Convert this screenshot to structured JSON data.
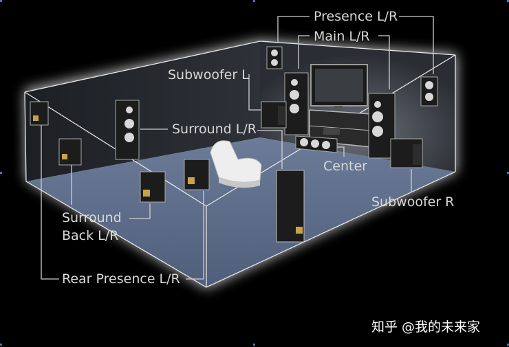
{
  "labels": {
    "presence": "Presence L/R",
    "main": "Main L/R",
    "subwoofer_l": "Subwoofer L",
    "surround": "Surround L/R",
    "center": "Center",
    "subwoofer_r": "Subwoofer R",
    "surround_back_1": "Surround",
    "surround_back_2": "Back L/R",
    "rear_presence": "Rear Presence L/R"
  },
  "watermark": "知乎 @我的未来家",
  "colors": {
    "background": "#000000",
    "floor": "#5a6a86",
    "wall": "#262a30",
    "label": "#d8d8d8",
    "line": "#cfcfcf"
  }
}
